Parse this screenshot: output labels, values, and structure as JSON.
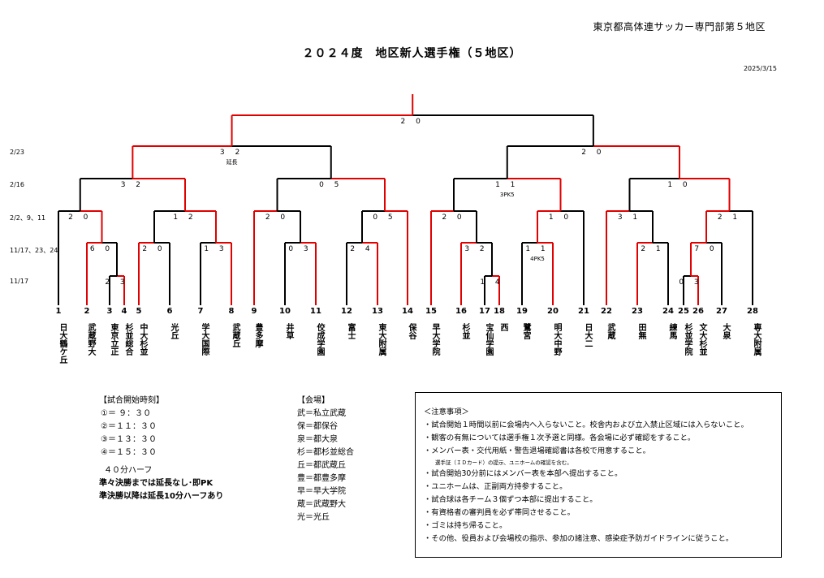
{
  "organizer": "東京都高体連サッカー専門部第５地区",
  "title": "２０２４度　地区新人選手権（５地区）",
  "date": "2025/3/15",
  "round_labels": [
    "2/23",
    "2/16",
    "2/2、9、11",
    "11/17、23、24",
    "11/17"
  ],
  "teams": [
    {
      "num": "1",
      "name": "日大鶴ケ丘"
    },
    {
      "num": "2",
      "name": "武蔵野大"
    },
    {
      "num": "3",
      "name": "東京立正"
    },
    {
      "num": "4",
      "name": "杉並総合"
    },
    {
      "num": "5",
      "name": "中大杉並"
    },
    {
      "num": "6",
      "name": "光丘"
    },
    {
      "num": "7",
      "name": "学大国際"
    },
    {
      "num": "8",
      "name": "武蔵丘"
    },
    {
      "num": "9",
      "name": "豊多摩"
    },
    {
      "num": "10",
      "name": "井草"
    },
    {
      "num": "11",
      "name": "佼成学園"
    },
    {
      "num": "12",
      "name": "富士"
    },
    {
      "num": "13",
      "name": "東大附属"
    },
    {
      "num": "14",
      "name": "保谷"
    },
    {
      "num": "15",
      "name": "早大学院"
    },
    {
      "num": "16",
      "name": "杉並"
    },
    {
      "num": "17",
      "name": "宝仙学園"
    },
    {
      "num": "18",
      "name": "西"
    },
    {
      "num": "19",
      "name": "鷺宮"
    },
    {
      "num": "20",
      "name": "明大中野"
    },
    {
      "num": "21",
      "name": "日大二"
    },
    {
      "num": "22",
      "name": "武蔵"
    },
    {
      "num": "23",
      "name": "田無"
    },
    {
      "num": "24",
      "name": "練馬"
    },
    {
      "num": "25",
      "name": "杉並学院"
    },
    {
      "num": "26",
      "name": "文大杉並"
    },
    {
      "num": "27",
      "name": "大泉"
    },
    {
      "num": "28",
      "name": "専大附属"
    }
  ],
  "scores": {
    "final": "2 0",
    "sf_left": "3 2",
    "sf_left_note": "延長",
    "sf_right": "2 0",
    "qf1": "3 2",
    "qf2": "0 5",
    "qf3": "1 1",
    "qf3_note": "3PK5",
    "qf4": "1 0",
    "r3_1": "2 0",
    "r3_2": "1 2",
    "r3_3": "2 0",
    "r3_4": "0 5",
    "r3_5": "2 0",
    "r3_6": "1 0",
    "r3_7": "3 1",
    "r3_8": "2 1",
    "r2_2_4": "6 0",
    "r2_5_6": "2 0",
    "r2_7_8": "1 3",
    "r2_10_11": "0 3",
    "r2_12_13": "2 4",
    "r2_16_18": "3 2",
    "r2_19_20": "1 1",
    "r2_19_20_note": "4PK5",
    "r2_23_24": "2 1",
    "r2_26_27": "7 0",
    "r1_3_4": "2 3",
    "r1_17_18": "1 4",
    "r1_25_26": "0 3"
  },
  "times": {
    "header": "【試合開始時刻】",
    "items": [
      "①＝ ９：３０",
      "②＝１１：３０",
      "③＝１３：３０",
      "④＝１５：３０"
    ],
    "half": "４０分ハーフ",
    "rule1": "準々決勝までは延長なし･即PK",
    "rule2": "準決勝以降は延長10分ハーフあり"
  },
  "venues": {
    "header": "【会場】",
    "items": [
      "武＝私立武蔵",
      "保＝都保谷",
      "泉＝都大泉",
      "杉＝都杉並総合",
      "丘＝都武蔵丘",
      "豊＝都豊多摩",
      "早＝早大学院",
      "蔵＝武蔵野大",
      "光＝光丘"
    ]
  },
  "notes": {
    "header": "＜注意事項＞",
    "items": [
      "・試合開始１時間以前に会場内へ入らないこと。校舎内および立入禁止区域には入らないこと。",
      "・観客の有無については選手権１次予選と同様。各会場に必ず確認をすること。",
      "・メンバー表・交代用紙・警告退場確認書は各校で用意すること。",
      "選手証（ＩＤカード）の提示、ユニホームの確認を含む。",
      "・試合開始30分前にはメンバー表を本部へ提出すること。",
      "・ユニホームは、正副両方持参すること。",
      "・試合球は各チーム３個ずつ本部に提出すること。",
      "・有資格者の審判員を必ず帯同させること。",
      "・ゴミは持ち帰ること。",
      "・その他、役員および会場校の指示、参加の諸注意、感染症予防ガイドラインに従うこと。"
    ]
  },
  "colors": {
    "win": "#e00000",
    "line": "#000000"
  }
}
